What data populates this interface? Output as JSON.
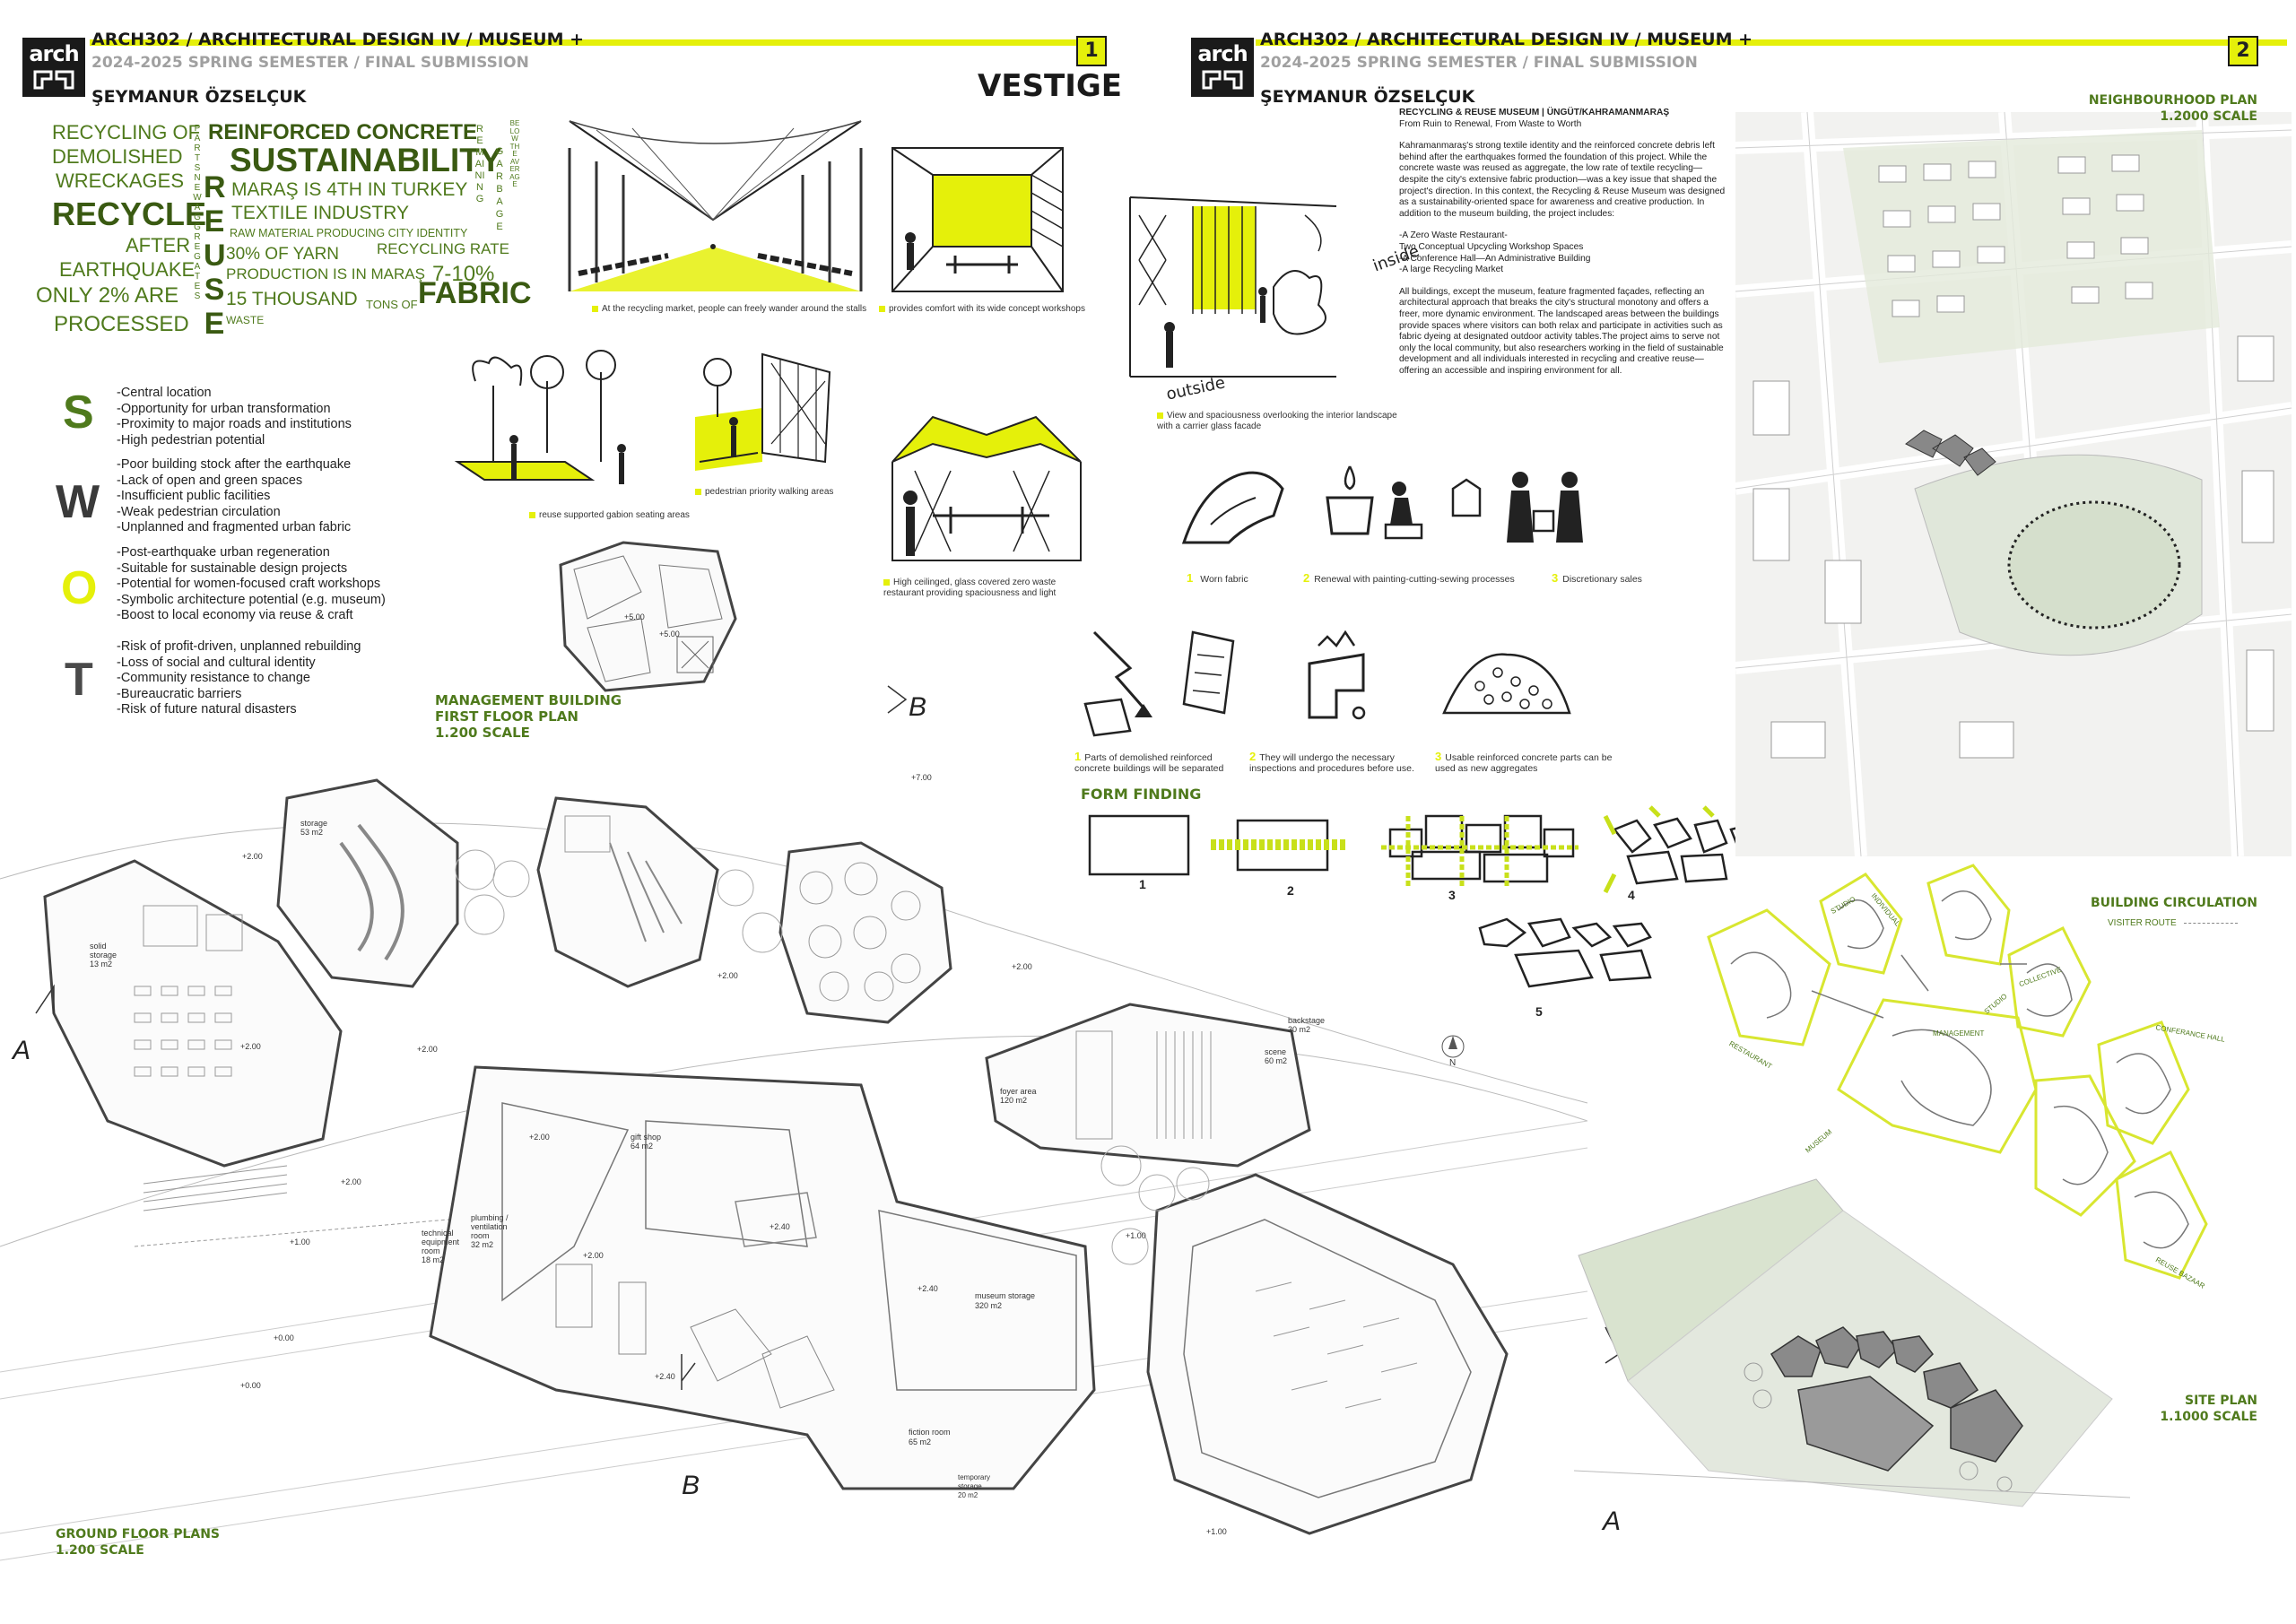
{
  "header": {
    "course": "ARCH302 / ARCHITECTURAL DESIGN IV / MUSEUM +",
    "semester": "2024-2025 SPRING SEMESTER / FINAL SUBMISSION",
    "author": "ŞEYMANUR ÖZSELÇUK",
    "logo_text": "arch",
    "page1_number": "1",
    "page2_number": "2",
    "project_title": "VESTIGE"
  },
  "wordcloud": {
    "left_lines": [
      "RECYCLING OF",
      "DEMOLISHED",
      "WRECKAGES",
      "RECYCLE",
      "AFTER",
      "EARTHQUAKE",
      "ONLY 2% ARE",
      "PROCESSED"
    ],
    "parts_vertical": "PARTS NEW AGGREGATES",
    "reuse_vertical": "REUSE",
    "reinforced": "REINFORCED CONCRETE",
    "sustainability": "SUSTAINABILITY",
    "maras": "MARAŞ IS 4TH IN TURKEY",
    "textile": "TEXTILE INDUSTRY",
    "raw": "RAW MATERIAL PRODUCING CITY IDENTITY",
    "recycling_rate": "RECYCLING RATE",
    "yarn": "30% OF YARN",
    "production": "PRODUCTION IS IN MARAŞ",
    "percent": "7-10%",
    "thousand": "15 THOUSAND",
    "tons": "TONS OF",
    "fabric": "FABRIC",
    "waste": "WASTE",
    "remaining_vertical": "REMAINING",
    "garbage_vertical": "GARBAGE",
    "below_vertical": "BELOW THE AVERAGE"
  },
  "swot": {
    "letters": [
      "S",
      "W",
      "O",
      "T"
    ],
    "colors": [
      "#4f7a1c",
      "#3a3a3a",
      "#e5f00a",
      "#4a4a4a"
    ],
    "strengths": [
      "-Central location",
      "-Opportunity for urban transformation",
      "-Proximity to major roads and institutions",
      "-High pedestrian potential"
    ],
    "weaknesses": [
      "-Poor building stock after the earthquake",
      "-Lack of open and green spaces",
      "-Insufficient public facilities",
      "-Weak pedestrian circulation",
      "-Unplanned and fragmented urban fabric"
    ],
    "opportunities": [
      "-Post-earthquake urban regeneration",
      "-Suitable for sustainable design projects",
      "-Potential for women-focused craft workshops",
      "-Symbolic architecture potential (e.g. museum)",
      "-Boost to local economy via reuse & craft"
    ],
    "threats": [
      "-Risk of profit-driven, unplanned rebuilding",
      "-Loss of social and cultural identity",
      "-Community resistance to change",
      "-Bureaucratic barriers",
      "-Risk of future natural disasters"
    ]
  },
  "sketch_captions": {
    "market": "At the recycling market, people can freely wander around the stalls",
    "workshops": "provides comfort with its wide concept workshops",
    "gabion": "reuse supported gabion seating areas",
    "pedestrian": "pedestrian priority walking areas",
    "restaurant": "High ceilinged, glass covered zero waste restaurant providing spaciousness and light",
    "view": "View and spaciousness overlooking the interior landscape with a carrier glass facade",
    "inside": "inside",
    "outside": "outside"
  },
  "management": {
    "title": "MANAGEMENT BUILDING",
    "subtitle": "FIRST FLOOR PLAN",
    "scale": "1.200 SCALE",
    "levels": [
      "+5.00",
      "+5.00"
    ]
  },
  "ground": {
    "title": "GROUND FLOOR PLANS",
    "scale": "1.200 SCALE",
    "section_a": "A",
    "section_b": "B",
    "north": "N",
    "rooms": [
      "storage",
      "solid storage",
      "gift shop",
      "plumbing / ventilation room",
      "technical equipment room",
      "museum storage",
      "fiction room",
      "temporary storage",
      "foyer area",
      "backstage",
      "scene"
    ],
    "areas": [
      "53 m2",
      "13 m2",
      "64 m2",
      "32 m2",
      "18 m2",
      "320 m2",
      "65 m2",
      "20 m2",
      "120 m2",
      "30 m2",
      "60 m2"
    ],
    "levels": [
      "+2.00",
      "+2.00",
      "+2.00",
      "+2.00",
      "+1.00",
      "+0.00",
      "+0.00",
      "+2.40",
      "+2.40",
      "+2.40",
      "+2.00",
      "+2.00",
      "+7.00",
      "+1.00",
      "+1.00",
      "+2.00",
      "+2.00"
    ]
  },
  "description": {
    "heading": "RECYCLING & REUSE MUSEUM | ÜNGÜT/KAHRAMANMARAŞ",
    "tagline": "From Ruin to Renewal, From Waste to Worth",
    "p1": "Kahramanmaraş's strong textile identity and the reinforced concrete debris left behind after the earthquakes formed the foundation of this project. While the concrete waste was reused as aggregate, the low rate of textile recycling—despite the city's extensive fabric production—was a key issue that shaped the project's direction. In this context, the Recycling & Reuse Museum was designed as a sustainability-oriented space for awareness and creative production. In addition to the museum building, the project includes:",
    "list": [
      "-A Zero Waste Restaurant-",
      "Two Conceptual Upcycling Workshop Spaces",
      "-A Conference Hall—An Administrative Building",
      "-A large Recycling Market"
    ],
    "p2": "All buildings, except the museum, feature fragmented façades, reflecting an architectural approach that breaks the city's structural monotony and offers a freer, more dynamic environment. The landscaped areas between the buildings provide spaces where visitors can both relax and participate in activities such as fabric dyeing at designated outdoor activity tables.The project aims to serve not only the local community, but also researchers working in the field of sustainable development and all individuals interested in recycling and creative reuse—offering an accessible and inspiring environment for all."
  },
  "process": {
    "fabric_steps": [
      {
        "num": "1",
        "label": "Worn fabric"
      },
      {
        "num": "2",
        "label": "Renewal with painting-cutting-sewing processes"
      },
      {
        "num": "3",
        "label": "Discretionary sales"
      }
    ],
    "concrete_steps": [
      {
        "num": "1",
        "label": "Parts of demolished reinforced concrete buildings will be separated"
      },
      {
        "num": "2",
        "label": "They will undergo the necessary inspections and procedures before use."
      },
      {
        "num": "3",
        "label": "Usable reinforced concrete parts can be used as new aggregates"
      }
    ]
  },
  "form_finding": {
    "title": "FORM FINDING",
    "steps": [
      "1",
      "2",
      "3",
      "4",
      "5"
    ]
  },
  "neighbourhood": {
    "title": "NEIGHBOURHOOD PLAN",
    "scale": "1.2000 SCALE"
  },
  "circulation": {
    "title": "BUILDING CIRCULATION",
    "legend": "VISITER ROUTE",
    "labels": [
      "STUDIO",
      "INDIVIDUAL",
      "STUDIO",
      "COLLECTIVE",
      "MANAGEMENT",
      "CONFERANCE HALL",
      "RESTAURANT",
      "MUSEUM",
      "REUSE BAZAAR"
    ]
  },
  "site": {
    "title": "SITE PLAN",
    "scale": "1.1000 SCALE",
    "section_a": "A"
  },
  "colors": {
    "accent": "#e5f00a",
    "green_text": "#4f7a1c",
    "dark": "#1a1a1a",
    "plan_line": "#555555",
    "map_green": "#dde6d2"
  }
}
